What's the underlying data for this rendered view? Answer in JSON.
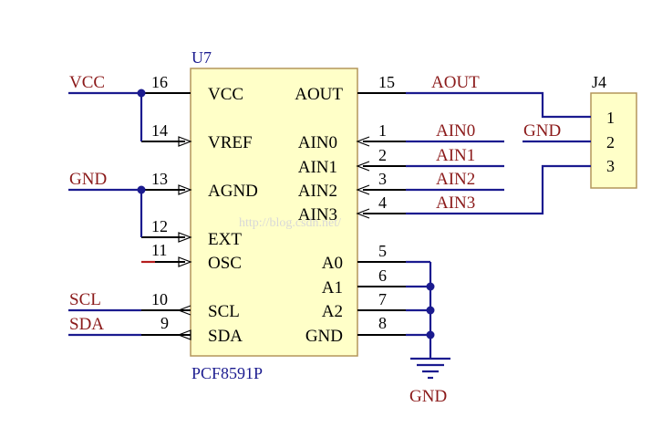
{
  "ic": {
    "ref": "U7",
    "part": "PCF8591P",
    "pins_left": [
      {
        "num": "16",
        "name": "VCC"
      },
      {
        "num": "14",
        "name": "VREF"
      },
      {
        "num": "13",
        "name": "AGND"
      },
      {
        "num": "12",
        "name": "EXT"
      },
      {
        "num": "11",
        "name": "OSC"
      },
      {
        "num": "10",
        "name": "SCL"
      },
      {
        "num": "9",
        "name": "SDA"
      }
    ],
    "pins_right": [
      {
        "num": "15",
        "name": "AOUT"
      },
      {
        "num": "1",
        "name": "AIN0"
      },
      {
        "num": "2",
        "name": "AIN1"
      },
      {
        "num": "3",
        "name": "AIN2"
      },
      {
        "num": "4",
        "name": "AIN3"
      },
      {
        "num": "5",
        "name": "A0"
      },
      {
        "num": "6",
        "name": "A1"
      },
      {
        "num": "7",
        "name": "A2"
      },
      {
        "num": "8",
        "name": "GND"
      }
    ]
  },
  "nets": {
    "vcc": "VCC",
    "gnd_left": "GND",
    "scl": "SCL",
    "sda": "SDA",
    "aout": "AOUT",
    "ain0": "AIN0",
    "ain1": "AIN1",
    "ain2": "AIN2",
    "ain3": "AIN3",
    "gnd_j4": "GND",
    "gnd_bottom": "GND"
  },
  "connector": {
    "ref": "J4",
    "pins": [
      "1",
      "2",
      "3"
    ]
  },
  "watermark": "http://blog.csdn.net/",
  "colors": {
    "wire": "#1b1b8f",
    "body_fill": "#ffffc8",
    "body_stroke": "#b4965a",
    "pin_line": "#000000",
    "text_black": "#000000",
    "ref_blue": "#1b1b8f",
    "net_red": "#8b1a1a",
    "nc_red": "#b41e1e",
    "watermark": "#d8d8d8"
  }
}
